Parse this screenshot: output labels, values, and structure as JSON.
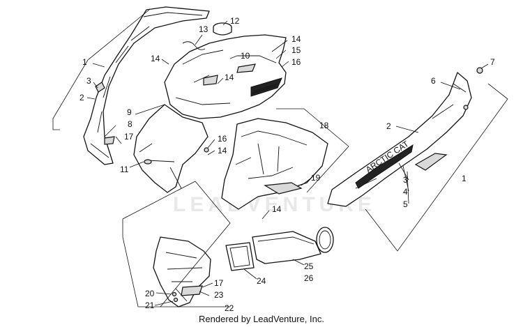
{
  "diagram": {
    "watermark": "LEADVENTURE",
    "footer": "Rendered by LeadVenture, Inc.",
    "side_panel_logo": "ARCTIC CAT",
    "callouts": [
      {
        "id": "c1a",
        "label": "1"
      },
      {
        "id": "c3a",
        "label": "3"
      },
      {
        "id": "c2a",
        "label": "2"
      },
      {
        "id": "c8",
        "label": "8"
      },
      {
        "id": "c17a",
        "label": "17"
      },
      {
        "id": "c13",
        "label": "13"
      },
      {
        "id": "c12",
        "label": "12"
      },
      {
        "id": "c14a",
        "label": "14"
      },
      {
        "id": "c10",
        "label": "10"
      },
      {
        "id": "c14b",
        "label": "14"
      },
      {
        "id": "c15",
        "label": "15"
      },
      {
        "id": "c16a",
        "label": "16"
      },
      {
        "id": "c14c",
        "label": "14"
      },
      {
        "id": "c9",
        "label": "9"
      },
      {
        "id": "c11",
        "label": "11"
      },
      {
        "id": "c16b",
        "label": "16"
      },
      {
        "id": "c14d",
        "label": "14"
      },
      {
        "id": "c18",
        "label": "18"
      },
      {
        "id": "c19",
        "label": "19"
      },
      {
        "id": "c14e",
        "label": "14"
      },
      {
        "id": "c7",
        "label": "7"
      },
      {
        "id": "c6",
        "label": "6"
      },
      {
        "id": "c2b",
        "label": "2"
      },
      {
        "id": "c1b",
        "label": "1"
      },
      {
        "id": "c3b",
        "label": "3"
      },
      {
        "id": "c4",
        "label": "4"
      },
      {
        "id": "c5",
        "label": "5"
      },
      {
        "id": "c24",
        "label": "24"
      },
      {
        "id": "c25",
        "label": "25"
      },
      {
        "id": "c26",
        "label": "26"
      },
      {
        "id": "c17b",
        "label": "17"
      },
      {
        "id": "c20",
        "label": "20"
      },
      {
        "id": "c23",
        "label": "23"
      },
      {
        "id": "c21",
        "label": "21"
      },
      {
        "id": "c22",
        "label": "22"
      }
    ]
  }
}
